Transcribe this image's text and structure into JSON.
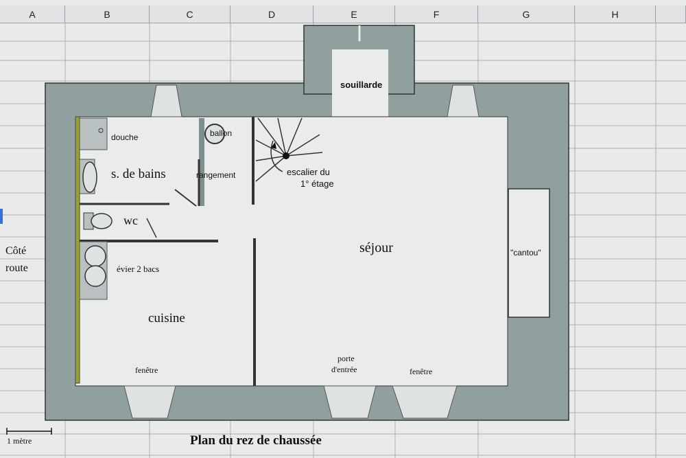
{
  "columns": [
    "A",
    "B",
    "C",
    "D",
    "E",
    "F",
    "G",
    "H"
  ],
  "plan_title": "Plan du rez de chaussée",
  "scale_label": "1 mètre",
  "side_note": [
    "Côté",
    "route"
  ],
  "rooms": {
    "souillarde": "souillarde",
    "douche": "douche",
    "ballon": "ballon",
    "salle_de_bains": "s. de bains",
    "rangement": "rangement",
    "escalier": [
      "escalier du",
      "1° étage"
    ],
    "wc": "wc",
    "sejour": "séjour",
    "cantou": "\"cantou\"",
    "evier": "évier 2 bacs",
    "cuisine": "cuisine",
    "fenetre_left": "fenêtre",
    "porte": [
      "porte",
      "d'entrée"
    ],
    "fenetre_right": "fenêtre"
  },
  "colors": {
    "sheet": "#e9eaea",
    "grid": "#a9b0b6",
    "wall": "#8fa09f",
    "wall_dark": "#7f8e8e",
    "floor": "#eaebeb",
    "fixture": "#b9c0c2",
    "yellow_wall": "#9aa032"
  }
}
